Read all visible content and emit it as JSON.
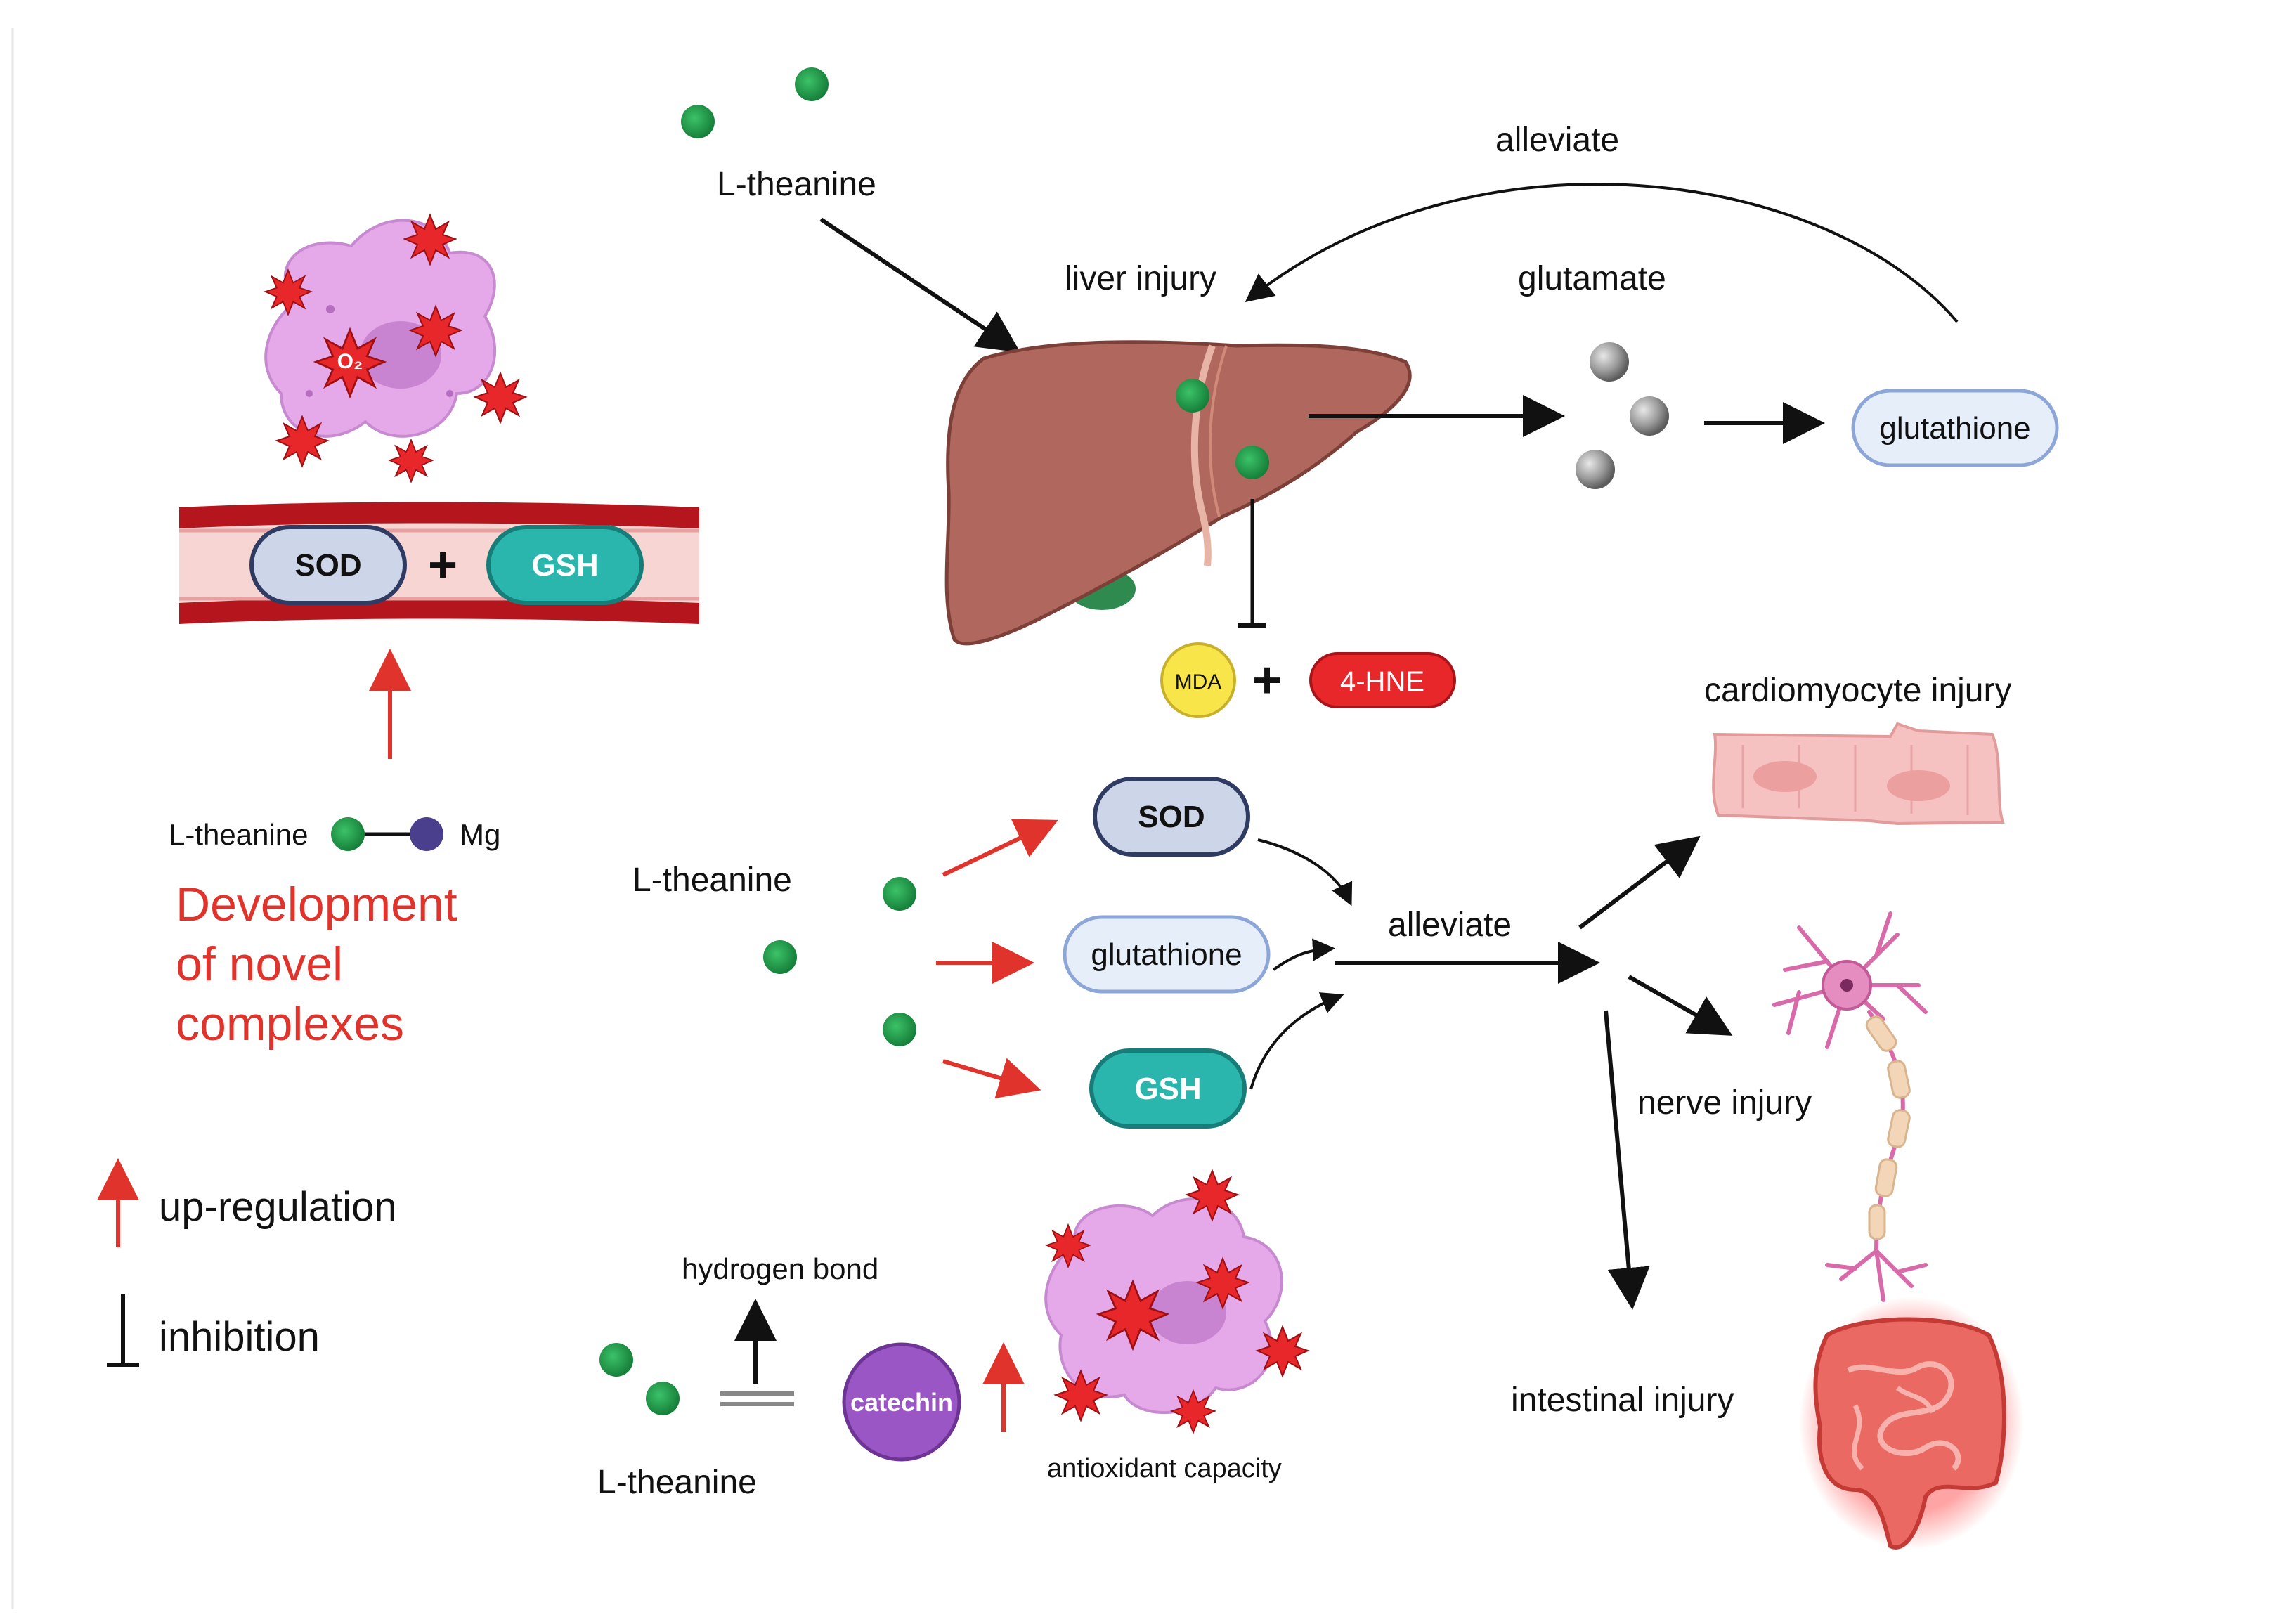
{
  "colors": {
    "red_arrow": "#e0332b",
    "black_arrow": "#111111",
    "dot_green": "#1f9a48",
    "sod_fill": "#cdd6e8",
    "gsh_fill": "#2bb6ad",
    "glutathione_fill": "#e6eefa",
    "catechin_fill": "#9a56c4",
    "mda_fill": "#f7e54a",
    "hne_fill": "#e8272b",
    "liver": "#b0675d",
    "vessel": "#b5151d"
  },
  "top": {
    "l_theanine": "L-theanine",
    "liver_injury": "liver injury",
    "glutamate": "glutamate",
    "alleviate": "alleviate",
    "glutathione": "glutathione",
    "mda": "MDA",
    "plus": "+",
    "hne": "4-HNE"
  },
  "left": {
    "sod": "SOD",
    "plus": "+",
    "gsh": "GSH",
    "l_theanine": "L-theanine",
    "mg": "Mg",
    "title_line1": "Development",
    "title_line2": "of novel",
    "title_line3": "complexes",
    "o2_symbol": "O₂"
  },
  "middle": {
    "l_theanine": "L-theanine",
    "sod": "SOD",
    "glutathione": "glutathione",
    "gsh": "GSH",
    "alleviate": "alleviate"
  },
  "right": {
    "cardiomyocyte_injury": "cardiomyocyte injury",
    "nerve_injury": "nerve injury",
    "intestinal_injury": "intestinal injury"
  },
  "bottom": {
    "hydrogen_bond": "hydrogen bond",
    "l_theanine": "L-theanine",
    "catechin": "catechin",
    "antioxidant_capacity": "antioxidant capacity"
  },
  "legend": {
    "up_regulation": "up-regulation",
    "inhibition": "inhibition"
  }
}
